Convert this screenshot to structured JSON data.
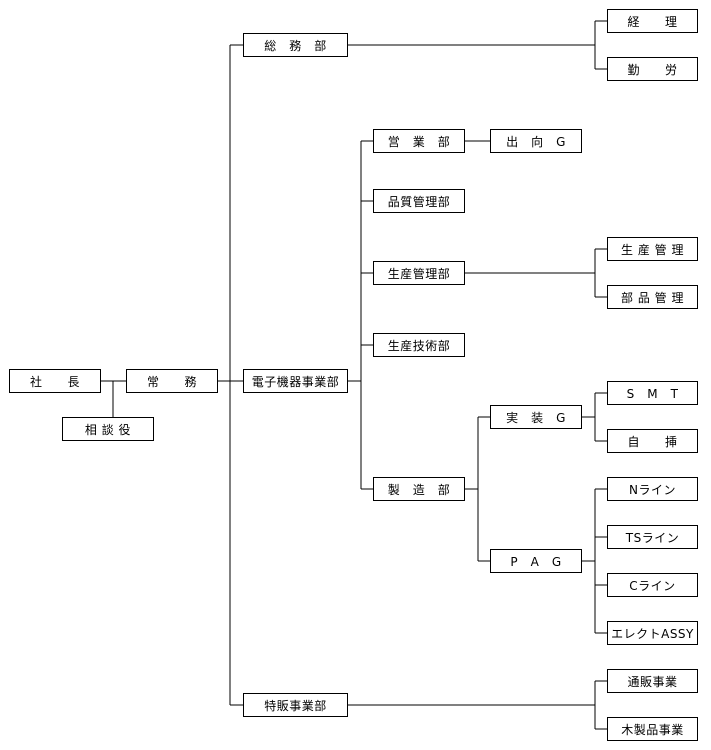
{
  "nodes": {
    "president": "社　　長",
    "advisor": "相 談 役",
    "managing": "常　　務",
    "general_affairs": "総　務　部",
    "accounting": "経　　理",
    "labor": "勤　　労",
    "electronics": "電子機器事業部",
    "sales": "営　業　部",
    "secondment": "出　向　G",
    "quality": "品質管理部",
    "production_mgmt": "生産管理部",
    "prod_control": "生 産 管 理",
    "parts_control": "部 品 管 理",
    "production_tech": "生産技術部",
    "manufacturing": "製　造　部",
    "mounting": "実　装　G",
    "smt": "S　M　T",
    "self_insert": "自　　挿",
    "pag": "P　A　G",
    "n_line": "Nライン",
    "ts_line": "TSライン",
    "c_line": "Cライン",
    "elect_assy": "エレクトASSY",
    "special_sales": "特販事業部",
    "mail_order": "通販事業",
    "wood_products": "木製品事業"
  }
}
